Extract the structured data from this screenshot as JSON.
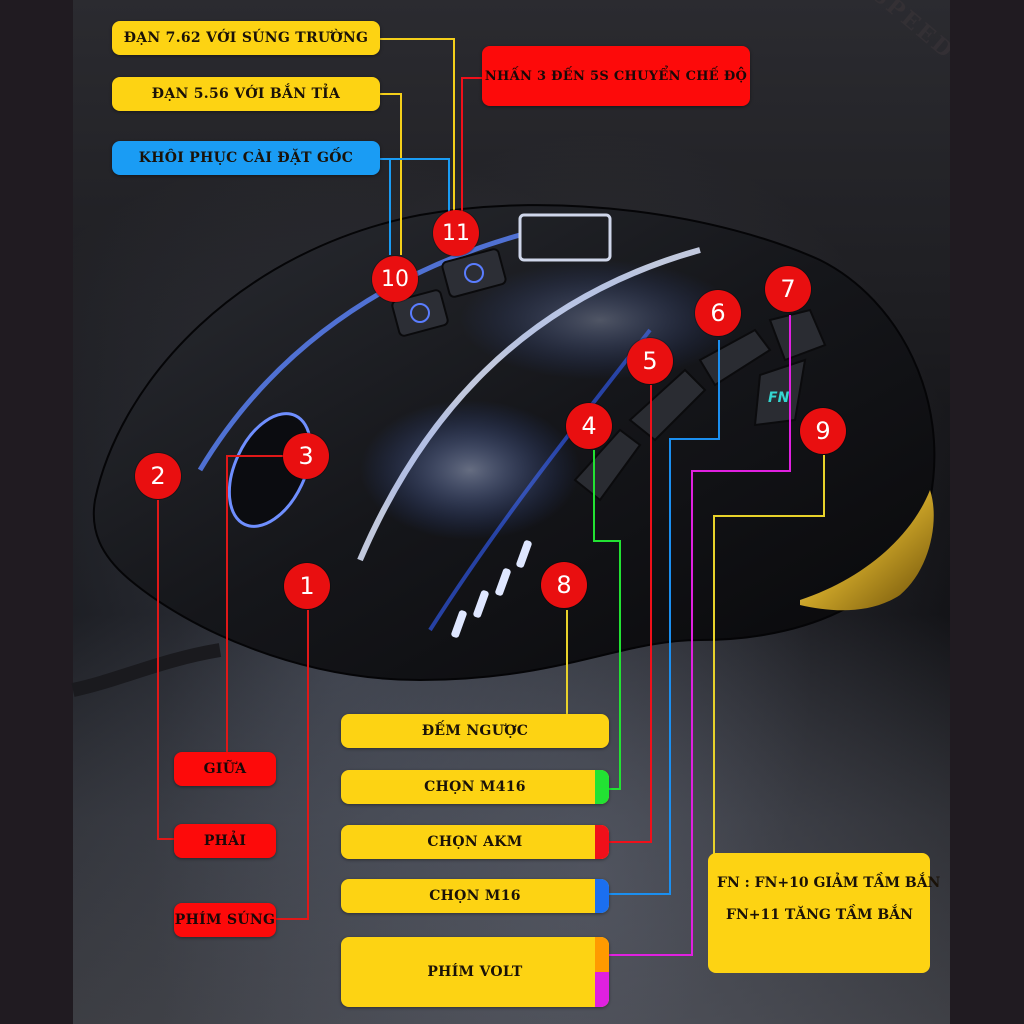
{
  "diagram": {
    "subject": "gaming mouse button layout",
    "colors": {
      "label_yellow": "#fdd313",
      "label_blue": "#1a9cf4",
      "label_red": "#fd0a0a",
      "badge_red": "#e90f10",
      "line_green": "#22e233",
      "line_red": "#f0101a",
      "line_blue": "#1b8ff0",
      "line_magenta": "#e020e0",
      "line_orange": "#ff9a00",
      "mouse_led_blue": "#3a6bff"
    },
    "top_labels": [
      {
        "id": "label-762",
        "text": "ĐẠN 7.62 VỚI SÚNG TRƯỜNG",
        "color": "yellow",
        "points_to": "11"
      },
      {
        "id": "label-556",
        "text": "ĐẠN 5.56 VỚI BẮN TỈA",
        "color": "yellow",
        "points_to": "10"
      },
      {
        "id": "label-reset",
        "text": "KHÔI PHỤC CÀI ĐẶT GỐC",
        "color": "blue",
        "points_to": "10, 11"
      },
      {
        "id": "label-mode",
        "text": "NHẤN 3 ĐẾN 5S CHUYỂN CHẾ ĐỘ",
        "color": "red",
        "points_to": "11"
      }
    ],
    "left_labels": [
      {
        "id": "label-middle",
        "text": "GIỮA",
        "color": "red",
        "points_to": "3"
      },
      {
        "id": "label-right",
        "text": "PHẢI",
        "color": "red",
        "points_to": "2"
      },
      {
        "id": "label-fire",
        "text": "PHÍM SÚNG",
        "color": "red",
        "points_to": "1"
      }
    ],
    "bottom_labels": [
      {
        "id": "label-countdown",
        "text": "ĐẾM NGƯỢC",
        "color": "yellow",
        "points_to": "8"
      },
      {
        "id": "label-m416",
        "text": "CHỌN M416",
        "color": "yellow",
        "tail": "green",
        "points_to": "4"
      },
      {
        "id": "label-akm",
        "text": "CHỌN AKM",
        "color": "yellow",
        "tail": "red",
        "points_to": "5"
      },
      {
        "id": "label-m16",
        "text": "CHỌN M16",
        "color": "yellow",
        "tail": "blue",
        "points_to": "6"
      },
      {
        "id": "label-volt",
        "text": "PHÍM VOLT",
        "color": "yellow",
        "tail": "orange/magenta",
        "points_to": "7"
      }
    ],
    "fn_box": {
      "line1": "FN : FN+10 GIẢM TẦM BẮN",
      "line2": "FN+11 TĂNG TẦM BẮN",
      "points_to": "9"
    },
    "badges": [
      "1",
      "2",
      "3",
      "4",
      "5",
      "6",
      "7",
      "8",
      "9",
      "10",
      "11"
    ],
    "mouse_side_buttons": {
      "fn_label": "FN"
    }
  }
}
